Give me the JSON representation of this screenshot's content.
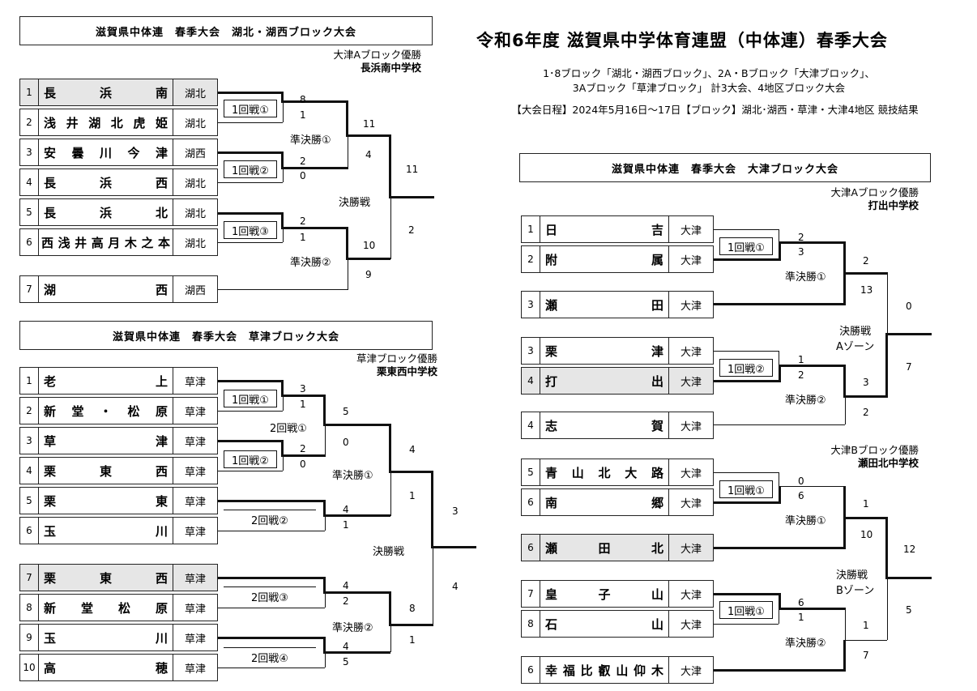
{
  "main_title": "令和6年度 滋賀県中学体育連盟（中体連）春季大会",
  "subtitle_1": "1･8ブロック「湖北・湖西ブロック」、2A・Bブロック「大津ブロック」、",
  "subtitle_2": "3Aブロック「草津ブロック」 計3大会、4地区ブロック大会",
  "schedule": "【大会日程】2024年5月16日～17日【ブロック】湖北･湖西・草津・大津4地区 競技結果",
  "kohoku": {
    "title": "滋賀県中体連　春季大会　湖北・湖西ブロック大会",
    "champ_label": "大津Aブロック優勝",
    "champ_school": "長浜南中学校",
    "teams": [
      {
        "no": "1",
        "name": "長浜南",
        "region": "湖北"
      },
      {
        "no": "2",
        "name": "浅井湖北虎姫",
        "region": "湖北"
      },
      {
        "no": "3",
        "name": "安曇川今津",
        "region": "湖西"
      },
      {
        "no": "4",
        "name": "長浜西",
        "region": "湖北"
      },
      {
        "no": "5",
        "name": "長浜北",
        "region": "湖北"
      },
      {
        "no": "6",
        "name": "西浅井高月木之本",
        "region": "湖北"
      },
      {
        "no": "7",
        "name": "湖西",
        "region": "湖西"
      }
    ],
    "rounds": {
      "r1a": "1回戦①",
      "r1b": "1回戦②",
      "r1c": "1回戦③",
      "sfa": "準決勝①",
      "sfb": "準決勝②",
      "final": "決勝戦"
    },
    "scores": {
      "s1": "8",
      "s2": "1",
      "s3": "2",
      "s4": "0",
      "s5": "2",
      "s6": "1",
      "s7": "11",
      "s8": "4",
      "s9": "10",
      "s10": "9",
      "s11": "11",
      "s12": "2"
    }
  },
  "kusatsu": {
    "title": "滋賀県中体連　春季大会　草津ブロック大会",
    "champ_label": "草津ブロック優勝",
    "champ_school": "栗東西中学校",
    "teams": [
      {
        "no": "1",
        "name": "老上",
        "region": "草津"
      },
      {
        "no": "2",
        "name": "新堂・松原",
        "region": "草津"
      },
      {
        "no": "3",
        "name": "草津",
        "region": "草津"
      },
      {
        "no": "4",
        "name": "栗東西",
        "region": "草津"
      },
      {
        "no": "5",
        "name": "栗東",
        "region": "草津"
      },
      {
        "no": "6",
        "name": "玉川",
        "region": "草津"
      },
      {
        "no": "7",
        "name": "栗東西",
        "region": "草津"
      },
      {
        "no": "8",
        "name": "新堂松原",
        "region": "草津"
      },
      {
        "no": "9",
        "name": "玉川",
        "region": "草津"
      },
      {
        "no": "10",
        "name": "高穂",
        "region": "草津"
      }
    ],
    "rounds": {
      "r1a": "1回戦①",
      "r1b": "1回戦②",
      "r2a": "2回戦①",
      "r2b": "2回戦②",
      "r2c": "2回戦③",
      "r2d": "2回戦④",
      "sfa": "準決勝①",
      "sfb": "準決勝②",
      "final": "決勝戦"
    },
    "scores": {
      "s1": "3",
      "s2": "1",
      "s3": "2",
      "s4": "0",
      "s5": "5",
      "s6": "0",
      "s7": "4",
      "s8": "1",
      "s9": "4",
      "s10": "1",
      "s11": "4",
      "s12": "2",
      "s13": "4",
      "s14": "5",
      "s15": "8",
      "s16": "1",
      "s17": "3",
      "s18": "4"
    }
  },
  "otsu": {
    "title": "滋賀県中体連　春季大会　大津ブロック大会",
    "champ_a_label": "大津Aブロック優勝",
    "champ_a_school": "打出中学校",
    "champ_b_label": "大津Bブロック優勝",
    "champ_b_school": "瀬田北中学校",
    "teams_a": [
      {
        "no": "1",
        "name": "日吉",
        "region": "大津"
      },
      {
        "no": "2",
        "name": "附属",
        "region": "大津"
      },
      {
        "no": "3",
        "name": "瀬田",
        "region": "大津"
      },
      {
        "no": "3",
        "name": "栗津",
        "region": "大津"
      },
      {
        "no": "4",
        "name": "打出",
        "region": "大津"
      },
      {
        "no": "4",
        "name": "志賀",
        "region": "大津"
      }
    ],
    "teams_b": [
      {
        "no": "5",
        "name": "青山北大路",
        "region": "大津"
      },
      {
        "no": "6",
        "name": "南郷",
        "region": "大津"
      },
      {
        "no": "6",
        "name": "瀬田北",
        "region": "大津"
      },
      {
        "no": "7",
        "name": "皇子山",
        "region": "大津"
      },
      {
        "no": "8",
        "name": "石山",
        "region": "大津"
      },
      {
        "no": "6",
        "name": "幸福比叡山仰木",
        "region": "大津"
      }
    ],
    "rounds": {
      "r1": "1回戦①",
      "r1b": "1回戦②",
      "sfa": "準決勝①",
      "sfb": "準決勝②",
      "final": "決勝戦",
      "zone_a": "Aゾーン",
      "zone_b": "Bゾーン"
    },
    "scores_a": {
      "s1": "2",
      "s2": "3",
      "s3": "2",
      "s4": "13",
      "s5": "1",
      "s6": "2",
      "s7": "3",
      "s8": "2",
      "s9": "0",
      "s10": "7"
    },
    "scores_b": {
      "s1": "0",
      "s2": "6",
      "s3": "1",
      "s4": "10",
      "s5": "6",
      "s6": "1",
      "s7": "1",
      "s8": "7",
      "s9": "12",
      "s10": "5"
    }
  }
}
